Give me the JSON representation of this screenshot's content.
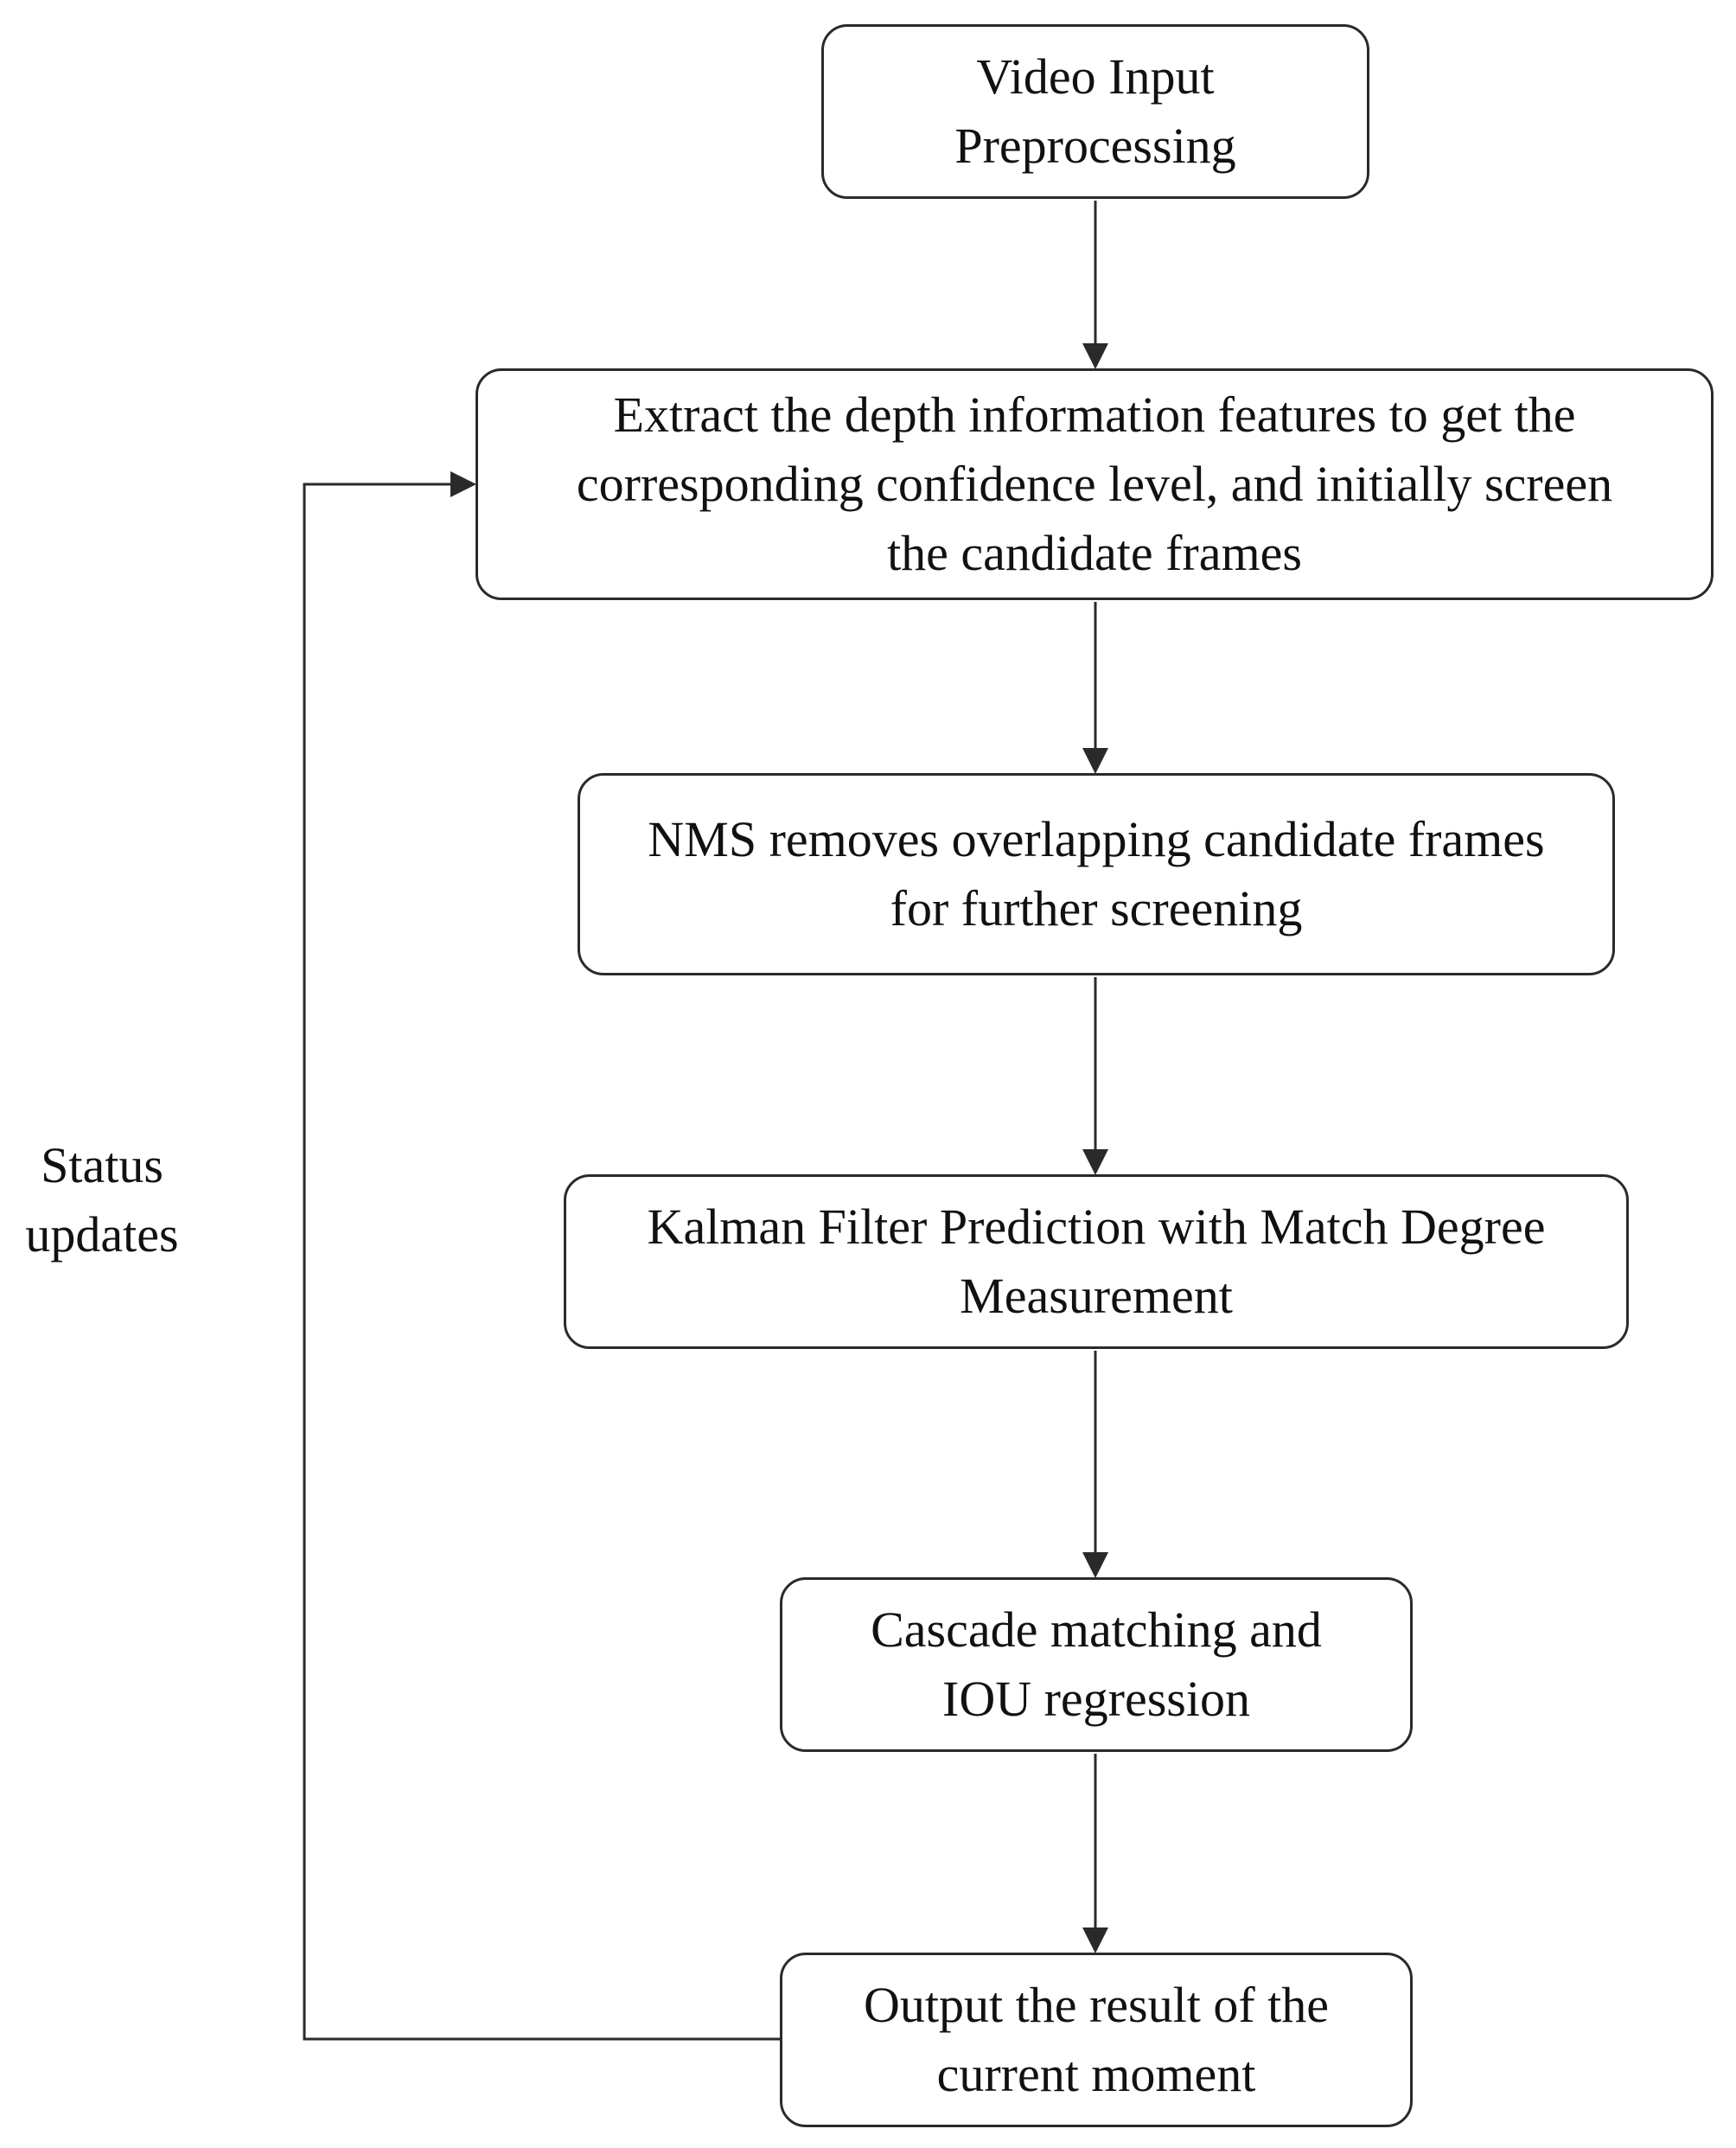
{
  "diagram": {
    "steps": [
      {
        "id": "video-input",
        "label": "Video Input\nPreprocessing"
      },
      {
        "id": "extract-features",
        "label": "Extract the depth information features to get the\ncorresponding confidence level, and initially screen\nthe candidate frames"
      },
      {
        "id": "nms",
        "label": "NMS removes overlapping candidate frames\nfor further screening"
      },
      {
        "id": "kalman",
        "label": "Kalman Filter Prediction with Match Degree\nMeasurement"
      },
      {
        "id": "cascade",
        "label": "Cascade matching and\nIOU regression"
      },
      {
        "id": "output",
        "label": "Output the result of the\ncurrent moment"
      }
    ],
    "feedback_label": "Status\nupdates",
    "line_color": "#2a2a2a"
  }
}
